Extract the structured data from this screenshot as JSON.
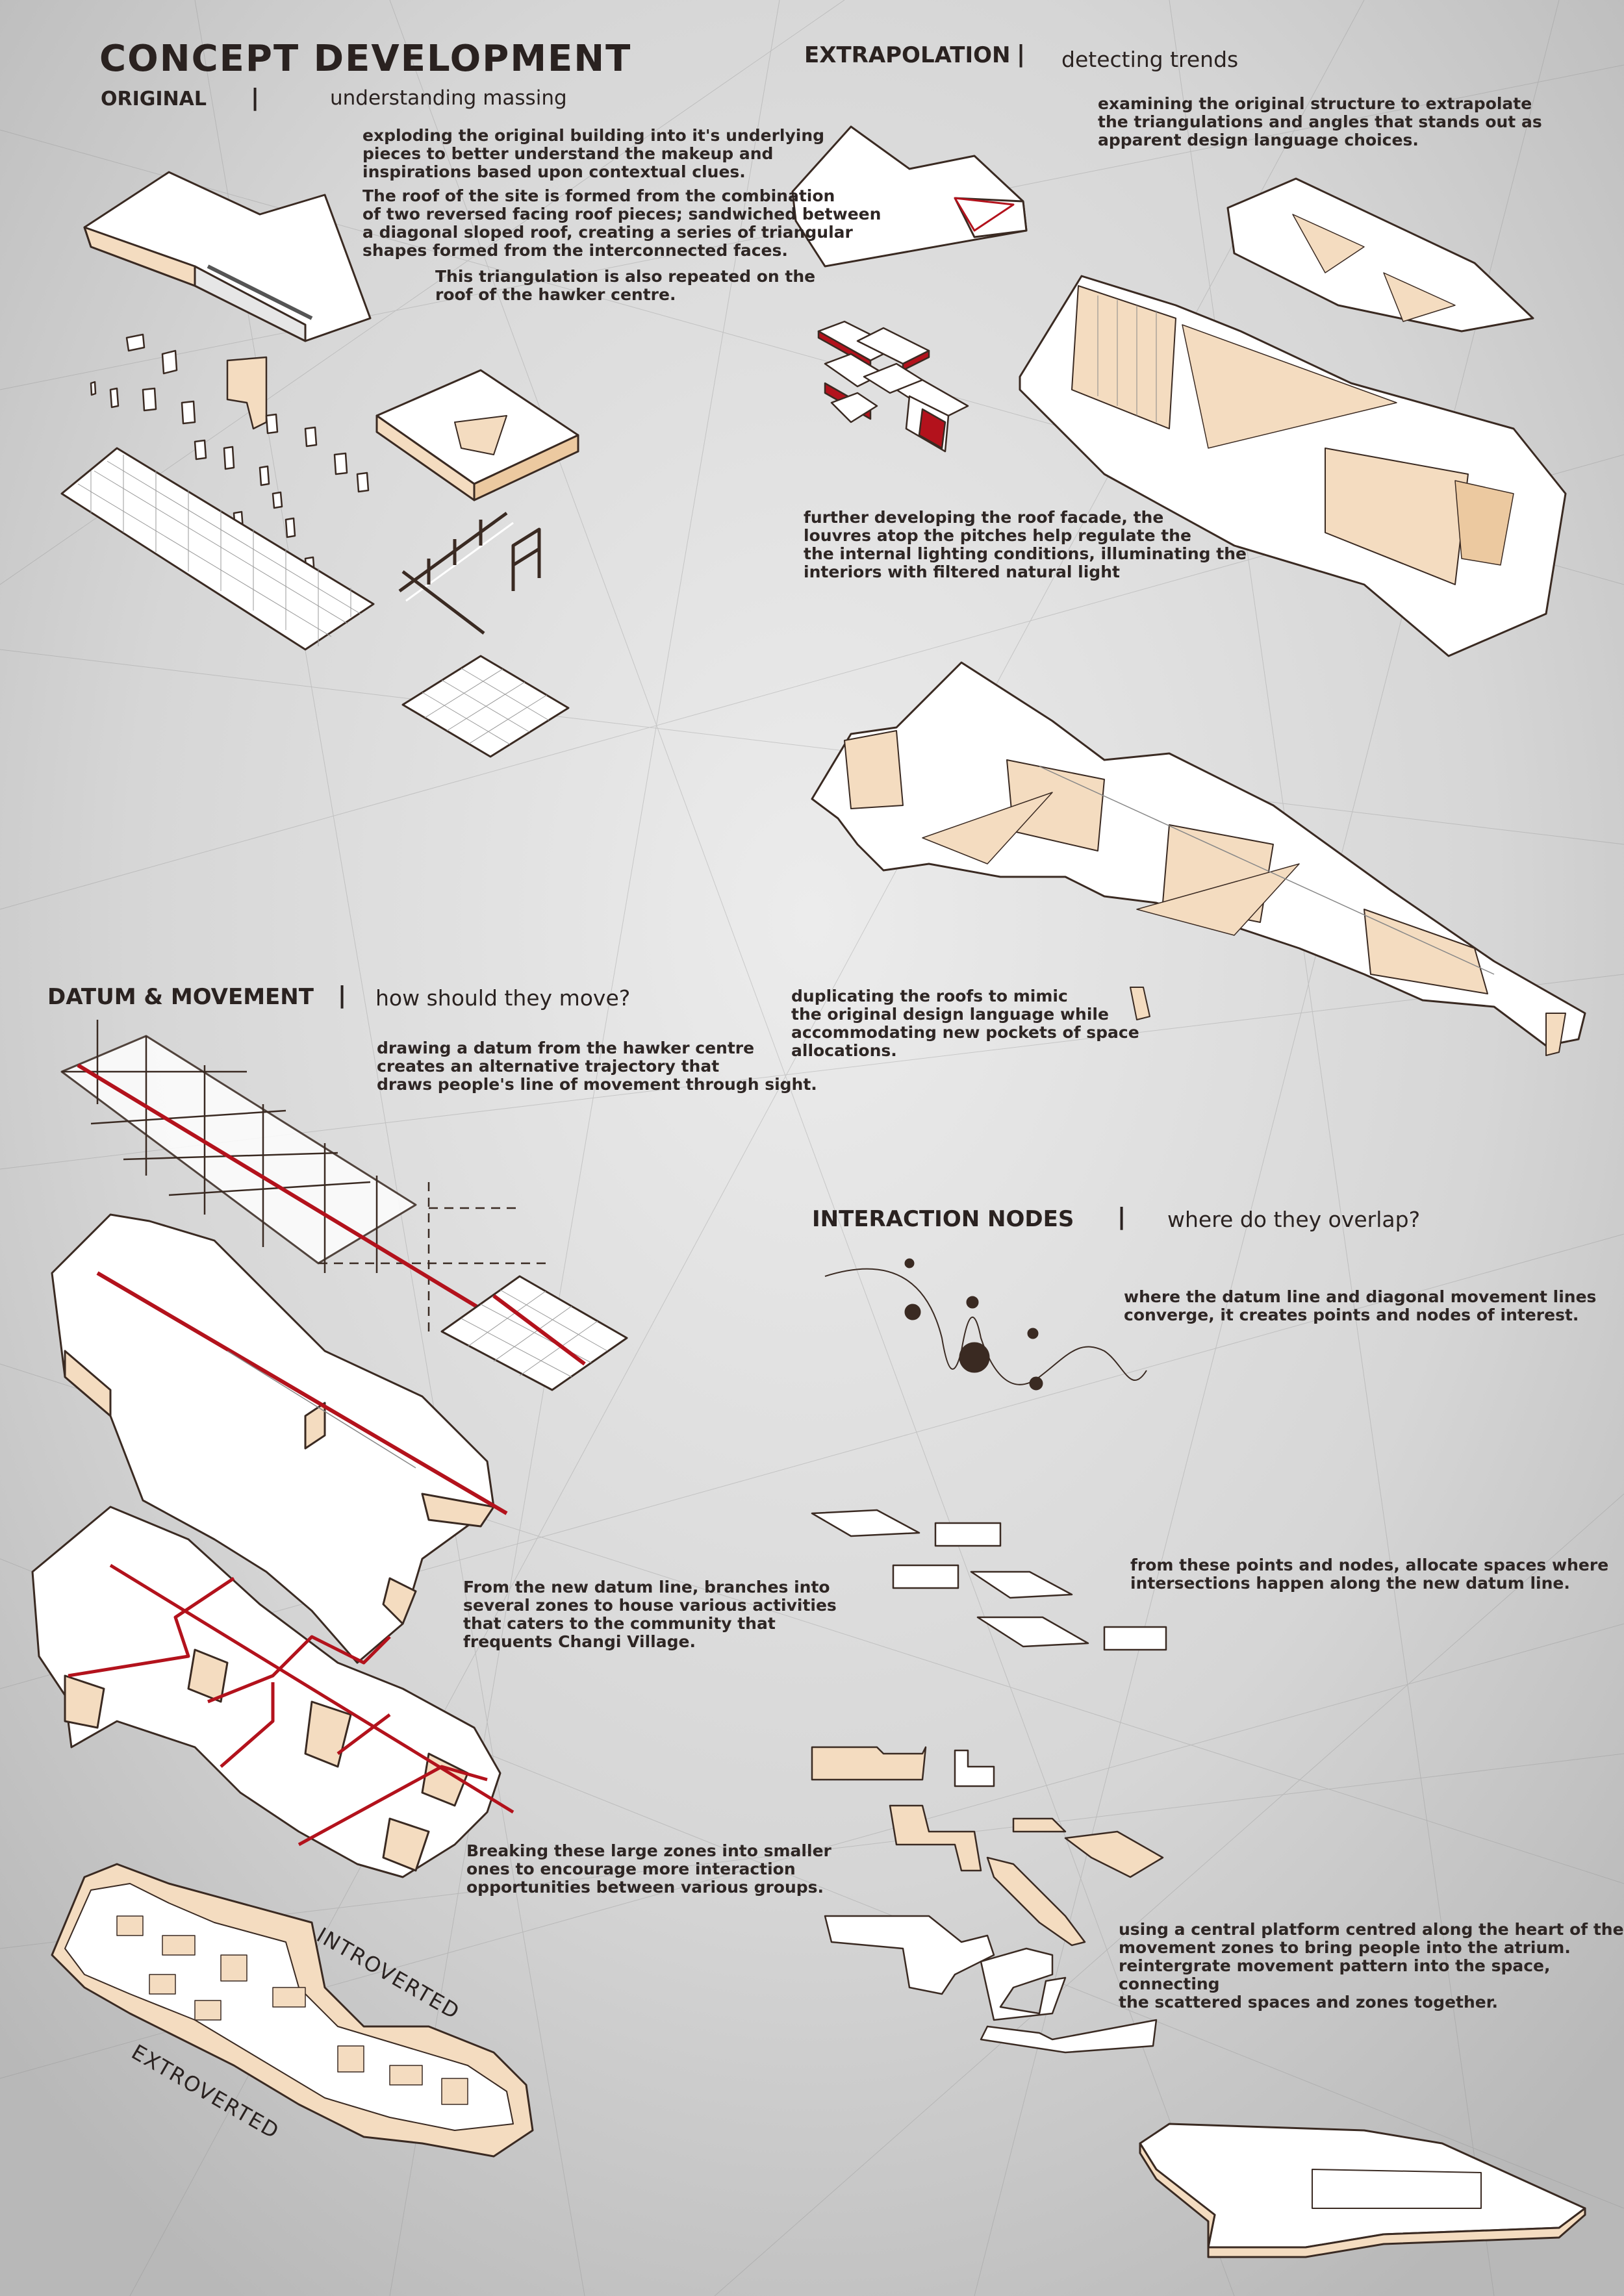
{
  "title": "CONCEPT DEVELOPMENT",
  "sections": {
    "original": {
      "heading": "ORIGINAL",
      "separator": "|",
      "subheading": "understanding massing",
      "text1": "exploding the original building into it's underlying\npieces to better understand the makeup and\ninspirations based upon contextual clues.",
      "text2": "The roof of the site is formed from the combination\nof two reversed facing roof pieces; sandwiched between\na diagonal sloped roof, creating a series of triangular\nshapes formed from the interconnected faces.",
      "text3": "This triangulation is also repeated on the\nroof of the hawker centre."
    },
    "extrapolation": {
      "heading": "EXTRAPOLATION",
      "separator": "|",
      "subheading": "detecting trends",
      "text1": "examining the original structure to extrapolate\nthe triangulations and angles that stands out as\napparent design language choices.",
      "text2": "further developing the roof facade, the\nlouvres atop the pitches help regulate the\nthe internal lighting conditions, illuminating the\ninteriors with filtered natural light",
      "text3": "duplicating the roofs to mimic\nthe original design language while\naccommodating new pockets of space\nallocations."
    },
    "datum": {
      "heading": "DATUM & MOVEMENT",
      "separator": "|",
      "subheading": "how should they move?",
      "text1": "drawing a datum from the hawker centre\ncreates an alternative trajectory that\ndraws people's line of movement through sight.",
      "text2": "From the new datum line, branches into\nseveral zones to house various activities\nthat caters to the community that\nfrequents Changi Village.",
      "text3": "Breaking these large zones into smaller\nones to encourage more interaction\nopportunities between various groups.",
      "label_introverted": "INTROVERTED",
      "label_extroverted": "EXTROVERTED"
    },
    "interaction": {
      "heading": "INTERACTION NODES",
      "separator": "|",
      "subheading": "where do they overlap?",
      "text1": "where the datum line and diagonal movement lines\nconverge, it creates points and nodes of interest.",
      "text2": "from these points and nodes,  allocate spaces where\nintersections happen along the new datum line.",
      "text3": "using a central platform centred along the heart of the\nmovement zones to bring people into the atrium.\nreintergrate movement pattern into the space, connecting\nthe scattered spaces and zones together."
    }
  },
  "colors": {
    "outline": "#3a2a22",
    "fill_white": "#ffffff",
    "fill_peach": "#f4dcc0",
    "fill_peach_dark": "#ecc9a0",
    "accent_red": "#b3121c",
    "text": "#2a2220"
  }
}
